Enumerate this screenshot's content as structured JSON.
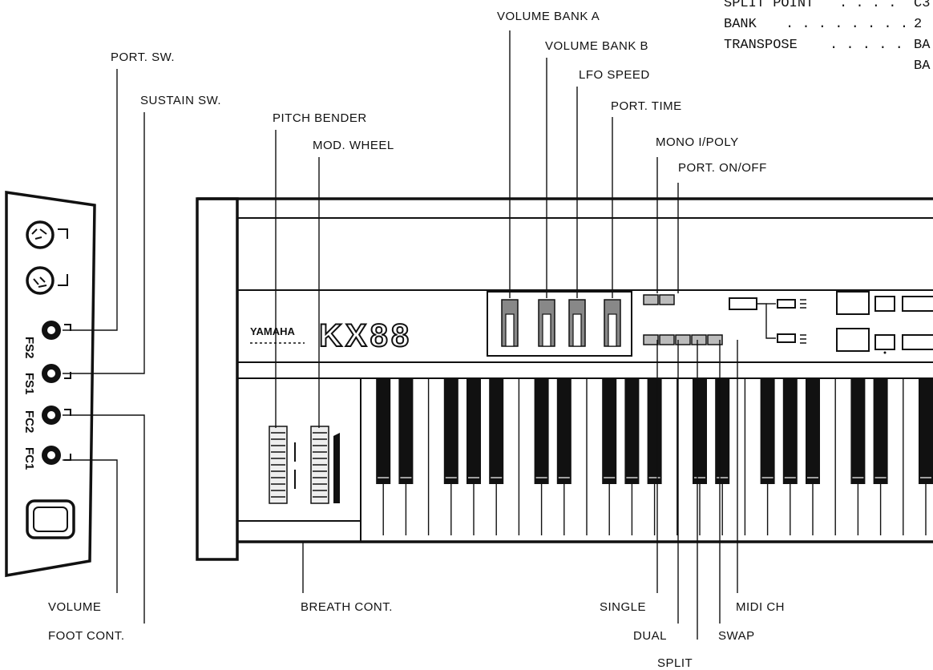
{
  "labels": {
    "volume_bank_a": "VOLUME BANK A",
    "volume_bank_b": "VOLUME BANK B",
    "lfo_speed": "LFO SPEED",
    "port_time": "PORT. TIME",
    "mono_poly": "MONO I/POLY",
    "port_on_off": "PORT. ON/OFF",
    "port_sw": "PORT. SW.",
    "sustain_sw": "SUSTAIN SW.",
    "pitch_bender": "PITCH BENDER",
    "mod_wheel": "MOD. WHEEL",
    "breath_cont": "BREATH CONT.",
    "volume": "VOLUME",
    "foot_cont": "FOOT CONT.",
    "single": "SINGLE",
    "dual": "DUAL",
    "split": "SPLIT",
    "swap": "SWAP",
    "midi_ch": "MIDI CH"
  },
  "settings": {
    "split_point": "SPLIT POINT",
    "split_point_dots": ". . . .",
    "split_point_value": "C3",
    "bank": "BANK",
    "bank_dots": ". . . . . . . .",
    "bank_value": "2",
    "transpose": "TRANSPOSE",
    "transpose_dots": ". . . . .",
    "transpose_value_1": "BA",
    "transpose_value_2": "BA"
  },
  "jacks": {
    "fs2": "FS2",
    "fs1": "FS1",
    "fc2": "FC2",
    "fc1": "FC1"
  },
  "brand": {
    "maker": "YAMAHA",
    "model": "KX88"
  }
}
